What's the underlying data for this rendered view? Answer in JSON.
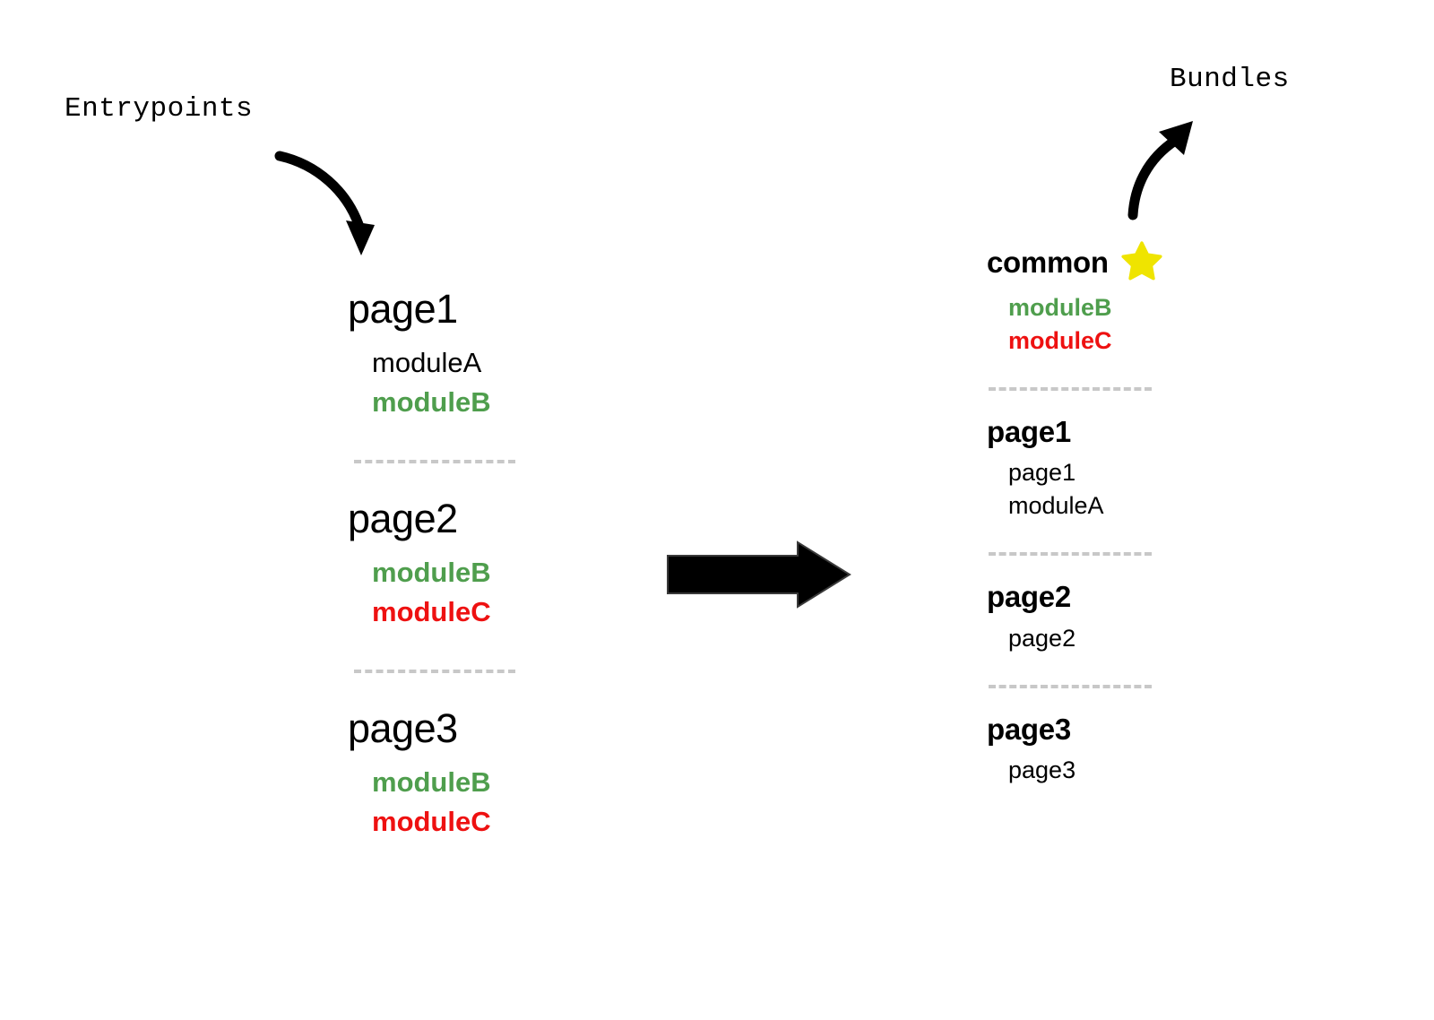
{
  "diagram": {
    "type": "flow",
    "left_caption": "Entrypoints",
    "right_caption": "Bundles",
    "colors": {
      "shared_module": "#4f9e4d",
      "duplicated_module": "#ee1111",
      "star": "#efe400",
      "divider": "#c8c8c8",
      "text": "#000000",
      "arrow": "#000000"
    },
    "icons": {
      "entry_arrow": "curved-arrow-down-right-icon",
      "bundle_arrow": "curved-arrow-up-right-icon",
      "transform_arrow": "block-arrow-right-icon",
      "star": "star-icon"
    }
  },
  "entrypoints": {
    "caption": "Entrypoints",
    "groups": [
      {
        "title": "page1",
        "items": [
          {
            "label": "moduleA",
            "color": "black"
          },
          {
            "label": "moduleB",
            "color": "green"
          }
        ]
      },
      {
        "title": "page2",
        "items": [
          {
            "label": "moduleB",
            "color": "green"
          },
          {
            "label": "moduleC",
            "color": "red"
          }
        ]
      },
      {
        "title": "page3",
        "items": [
          {
            "label": "moduleB",
            "color": "green"
          },
          {
            "label": "moduleC",
            "color": "red"
          }
        ]
      }
    ]
  },
  "bundles": {
    "caption": "Bundles",
    "groups": [
      {
        "title": "common",
        "starred": true,
        "items": [
          {
            "label": "moduleB",
            "color": "green"
          },
          {
            "label": "moduleC",
            "color": "red"
          }
        ]
      },
      {
        "title": "page1",
        "starred": false,
        "items": [
          {
            "label": "page1",
            "color": "black"
          },
          {
            "label": "moduleA",
            "color": "black"
          }
        ]
      },
      {
        "title": "page2",
        "starred": false,
        "items": [
          {
            "label": "page2",
            "color": "black"
          }
        ]
      },
      {
        "title": "page3",
        "starred": false,
        "items": [
          {
            "label": "page3",
            "color": "black"
          }
        ]
      }
    ]
  }
}
